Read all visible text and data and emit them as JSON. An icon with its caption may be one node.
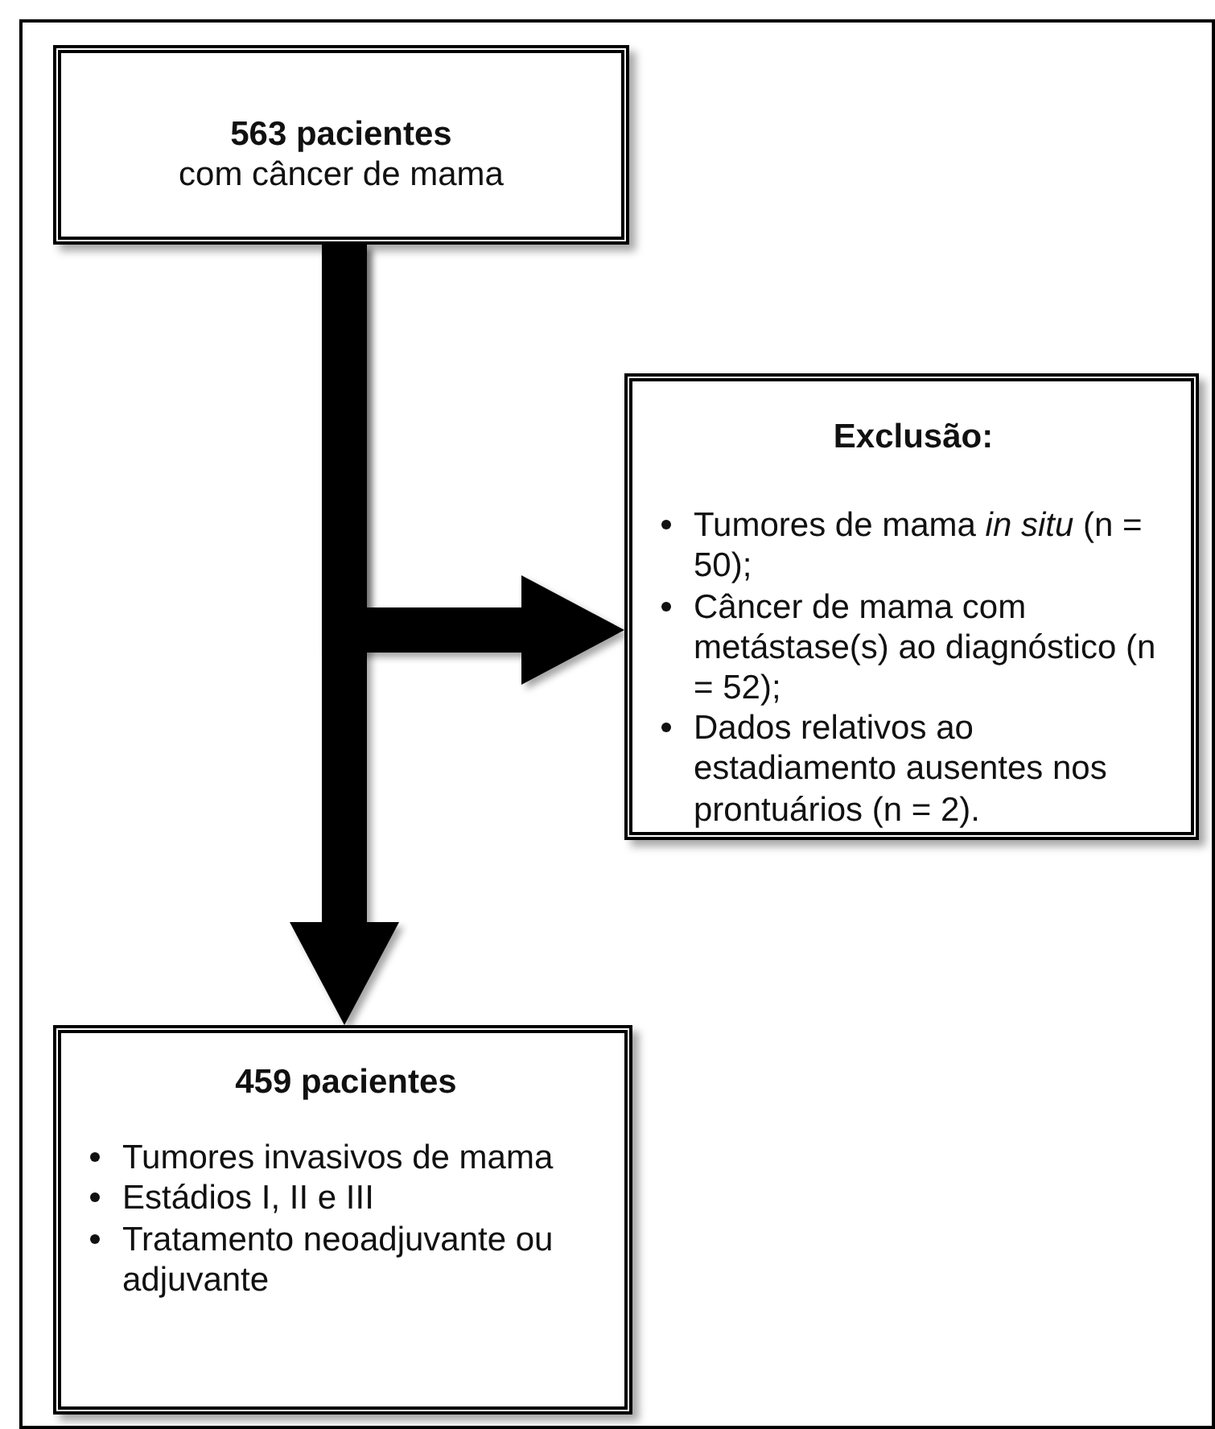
{
  "diagram": {
    "nodes": [
      {
        "text": [
          "563 pacientes",
          "com câncer de mama"
        ]
      },
      {
        "text": [
          "Exclusão:",
          "Tumores de mama *in situ* (n = 50);",
          "Câncer de mama com metástase(s) ao diagnóstico (n = 52);",
          "Dados relativos ao estadiamento ausentes nos prontuários (n = 2)."
        ]
      },
      {
        "text": [
          "459 pacientes",
          "Tumores invasivos de mama",
          "Estádios I, II e III",
          "Tratamento neoadjuvante ou adjuvante"
        ]
      }
    ],
    "edges": [
      {
        "from": 0,
        "to": 1,
        "arrow": "to"
      },
      {
        "from": 0,
        "to": 2,
        "arrow": "to"
      }
    ]
  }
}
